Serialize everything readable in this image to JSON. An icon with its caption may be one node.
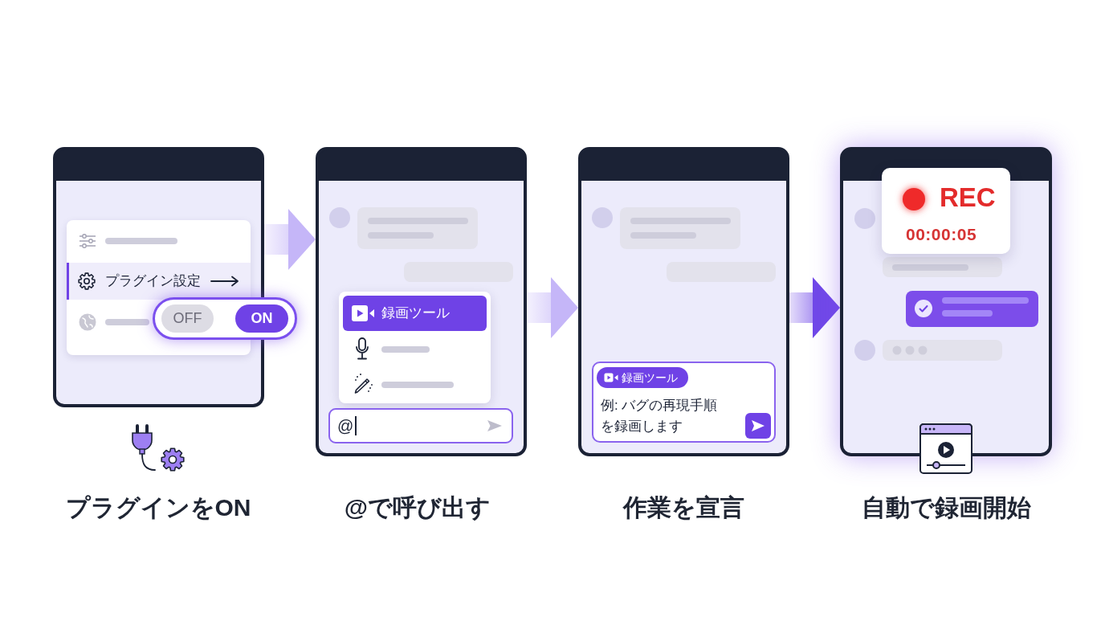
{
  "diagram": {
    "nodes": [
      {
        "text": [],
        "shape": "box",
        "beside": [
          "プラグインをON"
        ]
      },
      {
        "text": [
          "プラグイン設定"
        ],
        "in": 0
      },
      {
        "text": [
          "OFF",
          "ON"
        ]
      },
      {
        "text": [],
        "shape": "box",
        "beside": [
          "@で呼び出す"
        ]
      },
      {
        "text": [
          "録画ツール"
        ],
        "in": 3
      },
      {
        "text": [
          "@"
        ],
        "in": 3
      },
      {
        "text": [],
        "shape": "box",
        "beside": [
          "作業を宣言"
        ]
      },
      {
        "text": [
          "録画ツール",
          "例: バグの再現手順を録画します"
        ],
        "in": 6
      },
      {
        "text": [],
        "shape": "box",
        "beside": [
          "自動で録画開始"
        ]
      },
      {
        "text": [
          "REC",
          "00:00:05"
        ],
        "in": 8
      }
    ],
    "edges": [
      {
        "from": 0,
        "to": 3,
        "arrow": "to"
      },
      {
        "from": 3,
        "to": 6,
        "arrow": "to"
      },
      {
        "from": 6,
        "to": 8,
        "arrow": "to",
        "color": "#7048e8"
      }
    ]
  }
}
